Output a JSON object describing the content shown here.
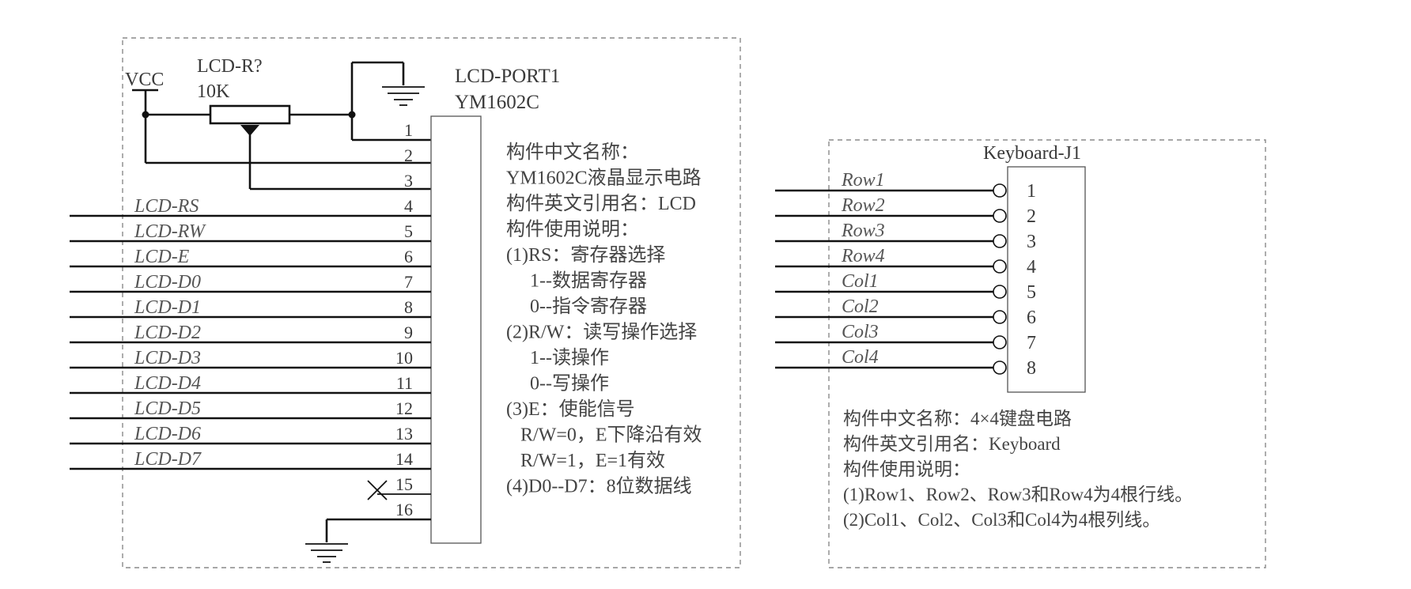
{
  "lcd": {
    "vcc_label": "VCC",
    "resistor_name": "LCD-R?",
    "resistor_value": "10K",
    "port_name": "LCD-PORT1",
    "chip_name": "YM1602C",
    "pins": [
      {
        "num": "1",
        "signal": ""
      },
      {
        "num": "2",
        "signal": ""
      },
      {
        "num": "3",
        "signal": ""
      },
      {
        "num": "4",
        "signal": "LCD-RS"
      },
      {
        "num": "5",
        "signal": "LCD-RW"
      },
      {
        "num": "6",
        "signal": "LCD-E"
      },
      {
        "num": "7",
        "signal": "LCD-D0"
      },
      {
        "num": "8",
        "signal": "LCD-D1"
      },
      {
        "num": "9",
        "signal": "LCD-D2"
      },
      {
        "num": "10",
        "signal": "LCD-D3"
      },
      {
        "num": "11",
        "signal": "LCD-D4"
      },
      {
        "num": "12",
        "signal": "LCD-D5"
      },
      {
        "num": "13",
        "signal": "LCD-D6"
      },
      {
        "num": "14",
        "signal": "LCD-D7"
      },
      {
        "num": "15",
        "signal": ""
      },
      {
        "num": "16",
        "signal": ""
      }
    ],
    "description": [
      "构件中文名称：",
      "YM1602C液晶显示电路",
      "构件英文引用名：LCD",
      "构件使用说明：",
      "(1)RS：寄存器选择",
      "1--数据寄存器",
      "0--指令寄存器",
      "(2)R/W：读写操作选择",
      "1--读操作",
      "0--写操作",
      "(3)E：使能信号",
      "R/W=0，E下降沿有效",
      "R/W=1，E=1有效",
      "(4)D0--D7：8位数据线"
    ]
  },
  "keyboard": {
    "name": "Keyboard-J1",
    "pins": [
      {
        "num": "1",
        "signal": "Row1"
      },
      {
        "num": "2",
        "signal": "Row2"
      },
      {
        "num": "3",
        "signal": "Row3"
      },
      {
        "num": "4",
        "signal": "Row4"
      },
      {
        "num": "5",
        "signal": "Col1"
      },
      {
        "num": "6",
        "signal": "Col2"
      },
      {
        "num": "7",
        "signal": "Col3"
      },
      {
        "num": "8",
        "signal": "Col4"
      }
    ],
    "description": [
      "构件中文名称：4×4键盘电路",
      "构件英文引用名：Keyboard",
      "构件使用说明：",
      "(1)Row1、Row2、Row3和Row4为4根行线。",
      "(2)Col1、Col2、Col3和Col4为4根列线。"
    ]
  }
}
